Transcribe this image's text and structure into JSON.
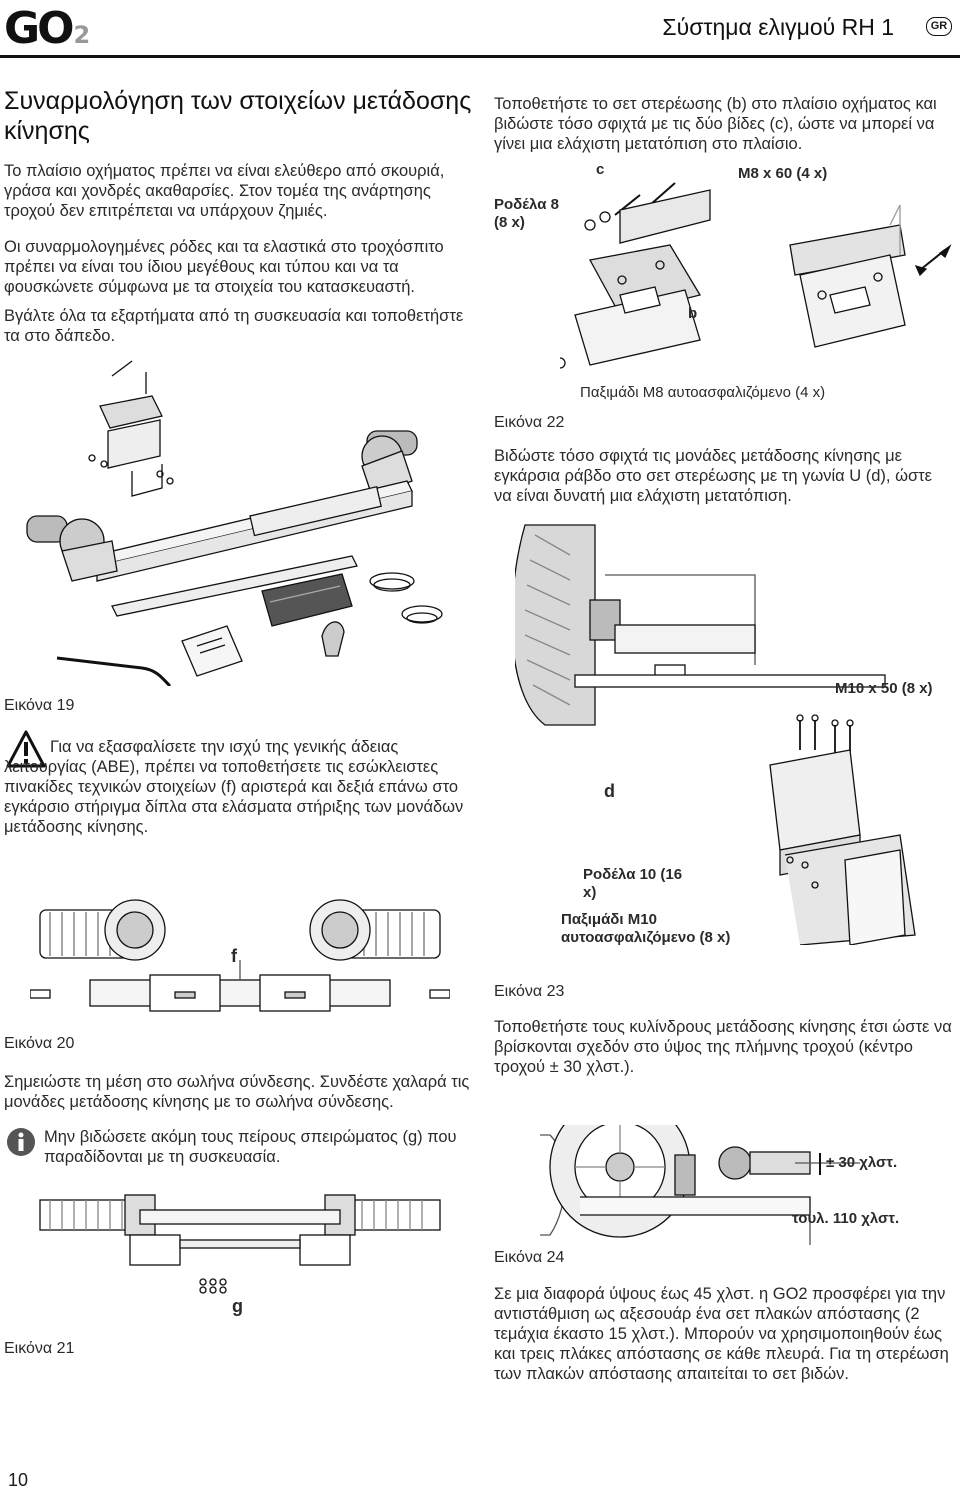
{
  "header": {
    "logo_text": "GO",
    "logo_sub": "2",
    "title": "Σύστημα ελιγμού RH 1",
    "lang": "GR"
  },
  "left": {
    "heading": "Συναρμολόγηση των στοιχείων μετάδοσης κίνησης",
    "para1": "Το πλαίσιο οχήματος πρέπει να είναι ελεύθερο από σκουριά, γράσα και χονδρές ακαθαρσίες. Στον τομέα της ανάρτησης τροχού δεν επιτρέπεται να υπάρχουν ζημιές.",
    "para2": "Οι συναρμολογημένες ρόδες και τα ελαστικά στο τροχόσπιτο πρέπει να είναι του ίδιου μεγέθους και τύπου και να τα φουσκώνετε σύμφωνα με τα στοιχεία του κατασκευαστή.",
    "para3": "Βγάλτε όλα τα εξαρτήματα από τη συσκευασία και τοποθετήστε τα στο δάπεδο.",
    "fig19_caption": "Εικόνα 19",
    "warning_text": "Για να εξασφαλίσετε την ισχύ της γενικής άδειας λειτουργίας (ABE), πρέπει να τοποθετήσετε τις εσώκλειστες πινακίδες τεχνικών στοιχείων (f) αριστερά και δεξιά επάνω στο εγκάρσιο στήριγμα δίπλα στα ελάσματα στήριξης των μονάδων μετάδοσης κίνησης.",
    "fig20_label_f": "f",
    "fig20_caption": "Εικόνα 20",
    "para4": "Σημειώστε τη μέση στο σωλήνα σύνδεσης. Συνδέστε χαλαρά τις μονάδες μετάδοσης κίνησης με το σωλήνα σύνδεσης.",
    "info_text": "Μην βιδώσετε ακόμη τους πείρους σπειρώματος (g) που παραδίδονται με τη συσκευασία.",
    "fig21_label_g": "g",
    "fig21_caption": "Εικόνα 21"
  },
  "right": {
    "para1": "Τοποθετήστε το σετ στερέωσης (b) στο πλαίσιο οχήματος και βιδώστε τόσο σφιχτά με τις δύο βίδες (c), ώστε να μπορεί να γίνει μια ελάχιστη μετατόπιση στο πλαίσιο.",
    "fig22_label_c": "c",
    "fig22_label_bolt": "M8 x 60 (4 x)",
    "fig22_label_washer": "Ροδέλα 8 (8 x)",
    "fig22_label_b": "b",
    "fig22_label_nut": "Παξιμάδι M8 αυτοασφαλιζόμενο (4 x)",
    "fig22_caption": "Εικόνα 22",
    "para2": "Βιδώστε τόσο σφιχτά τις μονάδες μετάδοσης κίνησης με εγκάρσια ράβδο στο σετ στερέωσης με τη γωνία U (d), ώστε να είναι δυνατή μια ελάχιστη μετατόπιση.",
    "fig23_label_bolt": "M10 x 50 (8 x)",
    "fig23_label_d": "d",
    "fig23_label_washer": "Ροδέλα 10 (16 x)",
    "fig23_label_nut": "Παξιμάδι M10 αυτοασφαλιζόμενο (8 x)",
    "fig23_caption": "Εικόνα 23",
    "para3": "Τοποθετήστε τους κυλίνδρους μετάδοσης κίνησης έτσι ώστε να βρίσκονται σχεδόν στο ύψος της πλήμνης τροχού (κέντρο τροχού ± 30 χλστ.).",
    "fig24_label_pm": "± 30 χλστ.",
    "fig24_label_max": "τουλ. 110 χλστ.",
    "fig24_caption": "Εικόνα 24",
    "para4": "Σε μια διαφορά ύψους έως 45 χλστ. η GO2 προσφέρει για την αντιστάθμιση ως αξεσουάρ ένα σετ πλακών απόστασης (2 τεμάχια έκαστο 15 χλστ.). Μπορούν να χρησιμοποιηθούν έως και τρεις πλάκες απόστασης σε κάθε πλευρά. Για τη στερέωση των πλακών απόστασης απαιτείται το σετ βιδών."
  },
  "page_number": "10"
}
